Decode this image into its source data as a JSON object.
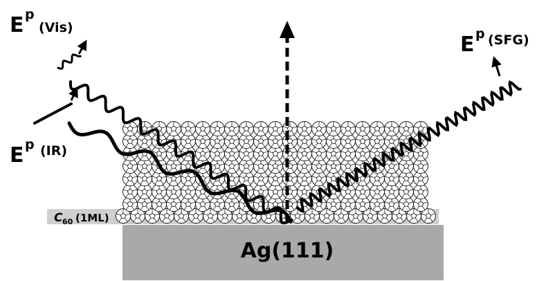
{
  "labels": {
    "vis_field": "E",
    "vis_sup": "p",
    "vis_tag": "(Vis)",
    "ir_field": "E",
    "ir_sup": "p",
    "ir_tag": "(IR)",
    "sfg_field": "E",
    "sfg_sup": "p",
    "sfg_tag": "(SFG)",
    "c60_symbol": "C",
    "c60_sub": "60",
    "c60_layer": "(1ML)",
    "substrate": "Ag(111)"
  },
  "colors": {
    "substrate_fill": "#a9a9a9",
    "monolayer_fill": "#cfcfcf",
    "beam_stroke": "#000000",
    "fullerene_stroke": "#1a1a1a"
  },
  "icons": {
    "fullerene": "c60-buckyball-icon",
    "arrowhead": "arrow-head-icon"
  }
}
